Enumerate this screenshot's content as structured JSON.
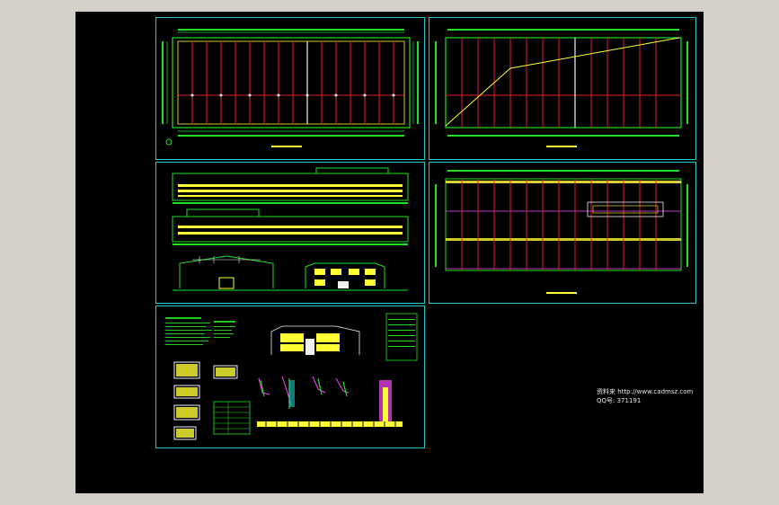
{
  "app": {
    "title": "CAD drawing preview",
    "background_color": "#d4d0c8",
    "canvas_color": "#000000"
  },
  "colors": {
    "sheet_border": "#25c8c8",
    "green": "#22e022",
    "red": "#e02020",
    "yellow": "#ffff33",
    "white": "#f0f0f0",
    "magenta": "#ff44ff",
    "cyan": "#25c8c8"
  },
  "sheets": [
    {
      "id": "first-floor-plan",
      "kind": "floor plan"
    },
    {
      "id": "roof-plan",
      "kind": "roof plan"
    },
    {
      "id": "elevations-sections",
      "kind": "elevations"
    },
    {
      "id": "structure-plan",
      "kind": "plan"
    },
    {
      "id": "notes-details",
      "kind": "details"
    }
  ],
  "watermark": {
    "line1": "资料来 http://www.cadmsz.com",
    "line2": "QQ号: 371191"
  }
}
